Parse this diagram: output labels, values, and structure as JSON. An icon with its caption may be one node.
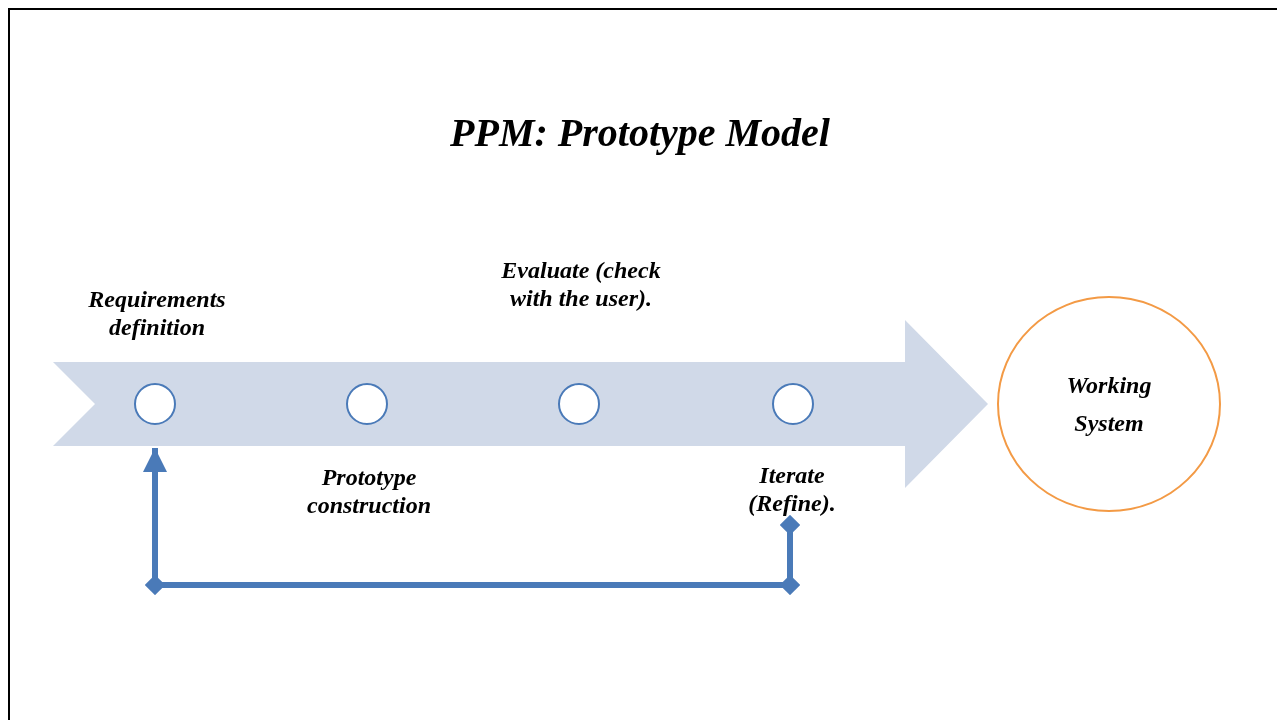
{
  "diagram": {
    "title": "PPM: Prototype Model",
    "nodes": [
      {
        "text": [],
        "shape": "arrow"
      },
      {
        "text": [],
        "shape": "circle",
        "in": 0,
        "beside": [
          "Requirements definition"
        ]
      },
      {
        "text": [],
        "shape": "circle",
        "in": 0,
        "beside": [
          "Prototype construction"
        ]
      },
      {
        "text": [],
        "shape": "circle",
        "in": 0,
        "beside": [
          "Evaluate (check with the user)."
        ]
      },
      {
        "text": [],
        "shape": "circle",
        "in": 0
      },
      {
        "text": [
          "Iterate (Refine)."
        ]
      },
      {
        "text": [
          "Working System"
        ]
      }
    ],
    "edges": [
      {
        "from": 5,
        "to": 0,
        "arrow": "to"
      }
    ]
  }
}
